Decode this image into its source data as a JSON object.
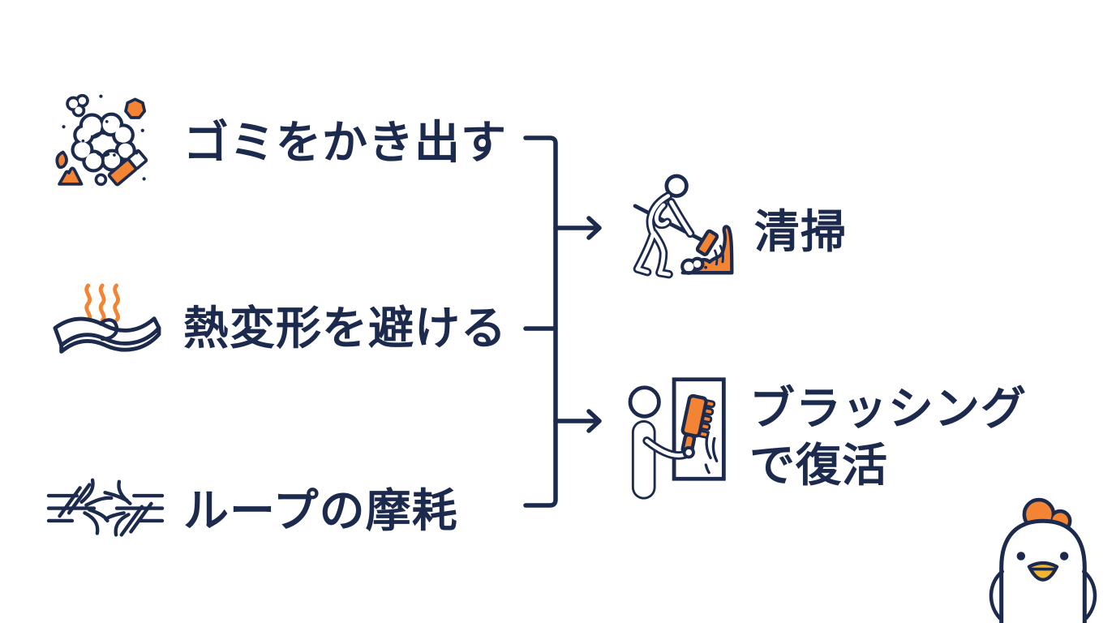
{
  "colors": {
    "navy": "#1c2a4d",
    "orange": "#f28433",
    "beak_gold": "#f2b52f",
    "background": "#ffffff"
  },
  "diagram": {
    "causes": [
      {
        "label": "ゴミをかき出す",
        "icon": "dust-debris-icon"
      },
      {
        "label": "熱変形を避ける",
        "icon": "heat-mat-icon"
      },
      {
        "label": "ループの摩耗",
        "icon": "frayed-loop-icon"
      }
    ],
    "solutions": [
      {
        "label": "清掃",
        "icon": "sweeping-person-icon"
      },
      {
        "label": "ブラッシング\nで復活",
        "icon": "brushing-person-icon"
      }
    ],
    "connector": "bracket-with-two-arrows",
    "mascot": "chicken-mascot-icon"
  }
}
